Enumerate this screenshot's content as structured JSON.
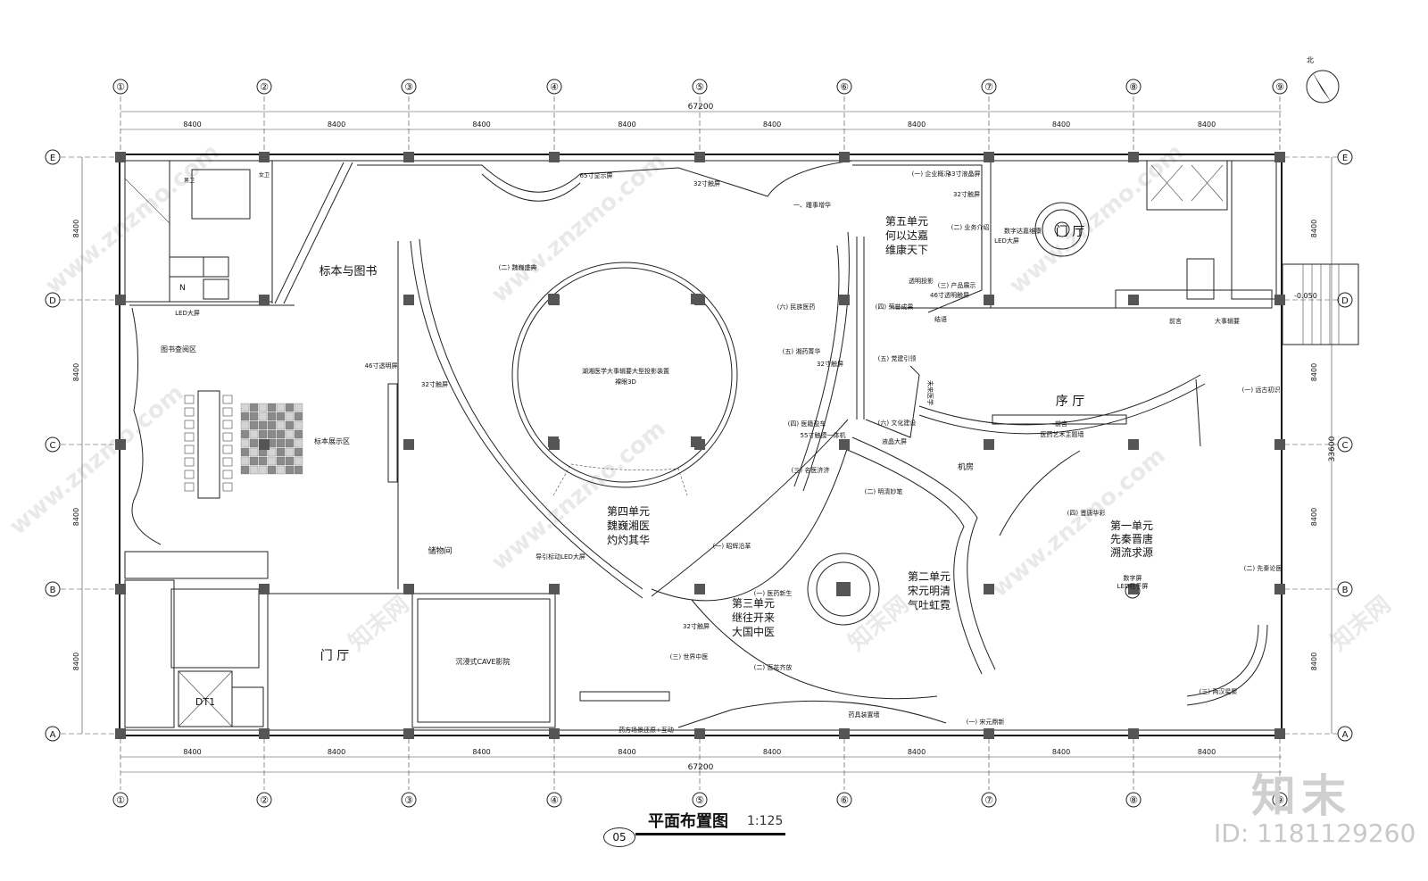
{
  "grid": {
    "columns": [
      "①",
      "②",
      "③",
      "④",
      "⑤",
      "⑥",
      "⑦",
      "⑧",
      "⑨"
    ],
    "rows": [
      "E",
      "D",
      "C",
      "B",
      "A"
    ],
    "span_label": "8400",
    "total_label": "67200",
    "row_total_label": "33600"
  },
  "units": {
    "u1": {
      "title": "第一单元",
      "line2": "先秦晋唐",
      "line3": "溯流求源"
    },
    "u2": {
      "title": "第二单元",
      "line2": "宋元明清",
      "line3": "气吐虹霓"
    },
    "u3": {
      "title": "第三单元",
      "line2": "继往开来",
      "line3": "大国中医"
    },
    "u4": {
      "title": "第四单元",
      "line2": "魏巍湘医",
      "line3": "灼灼其华"
    },
    "u5": {
      "title": "第五单元",
      "line2": "何以达嘉",
      "line3": "维康天下"
    }
  },
  "rooms": {
    "specimen_books": "标本与图书",
    "book_query": "图书查阅区",
    "specimen_display": "标本展示区",
    "storage": "储物间",
    "lobby_left": "门 厅",
    "lobby_right": "门 厅",
    "cave_cinema": "沉浸式CAVE影院",
    "prelude_hall": "序 厅",
    "machine_room": "机房",
    "projection": "湖湘医学大事辑要大型投影装置",
    "projection_sub": "裸眼3D"
  },
  "labels": {
    "led_screen": "LED大屏",
    "touch_32_a": "32寸触屏",
    "touch_32_b": "32寸触屏",
    "touch_32_c": "32寸触屏",
    "touch_32_d": "32寸触屏",
    "touch_32_e": "32寸触屏",
    "display_65": "65寸显示屏",
    "lcd_43": "43寸液晶屏",
    "transparent_46_a": "46寸透明屏",
    "transparent_46_b": "46寸透明触屏",
    "weiwei": "(二) 魏巍盛典",
    "rise": "一、踵事增华",
    "enterprise": "(一) 企业概况",
    "business": "(二) 业务介绍",
    "digital": "数字达嘉维康",
    "led_big": "LED大屏",
    "products": "(三) 产品展示",
    "transparent_proj": "透明投影",
    "honor": "(四) 荣誉成果",
    "summary": "结语",
    "party": "(五) 党建引领",
    "culture": "(六) 文化建设",
    "lcd_screen": "液晶大屏",
    "future": "未来医学",
    "folk": "(六) 民族医药",
    "xiangyao": "(五) 湘药菁华",
    "classics": "(四) 医籍盈车",
    "touch_55": "55寸触摸一体机",
    "famous": "(三) 名医济济",
    "mingqing": "(二) 明清妙笔",
    "shining": "(一) 昭辉沿革",
    "guide_led": "导引标动LED大屏",
    "yizheng": "(一) 医药新生",
    "world": "(三) 世界中医",
    "flowers": "(二) 百花齐放",
    "herb_wall": "药具装置墙",
    "prescription": "药方场景还原+互动",
    "songyuan": "(一) 宋元鼎新",
    "jintang": "(四) 晋唐华彩",
    "ancient": "(一) 远古初识",
    "preqin": "(二) 先秦论医",
    "hanhan": "(三) 两汉星聚",
    "art_wall": "医药艺术主题墙",
    "front_desk": "前言",
    "events": "大事辑要",
    "digital_led": "数字屏",
    "led_pillar": "LED柱子屏",
    "level": "-0.050",
    "dt1": "DT1",
    "north": "北",
    "men": "男卫",
    "women": "女卫"
  },
  "sheet": {
    "number": "05",
    "title": "平面布置图",
    "scale": "1:125"
  },
  "watermark": {
    "brand": "知末",
    "id": "ID: 1181129260",
    "site": "www.znzmo.com",
    "site_cn": "知末网"
  }
}
